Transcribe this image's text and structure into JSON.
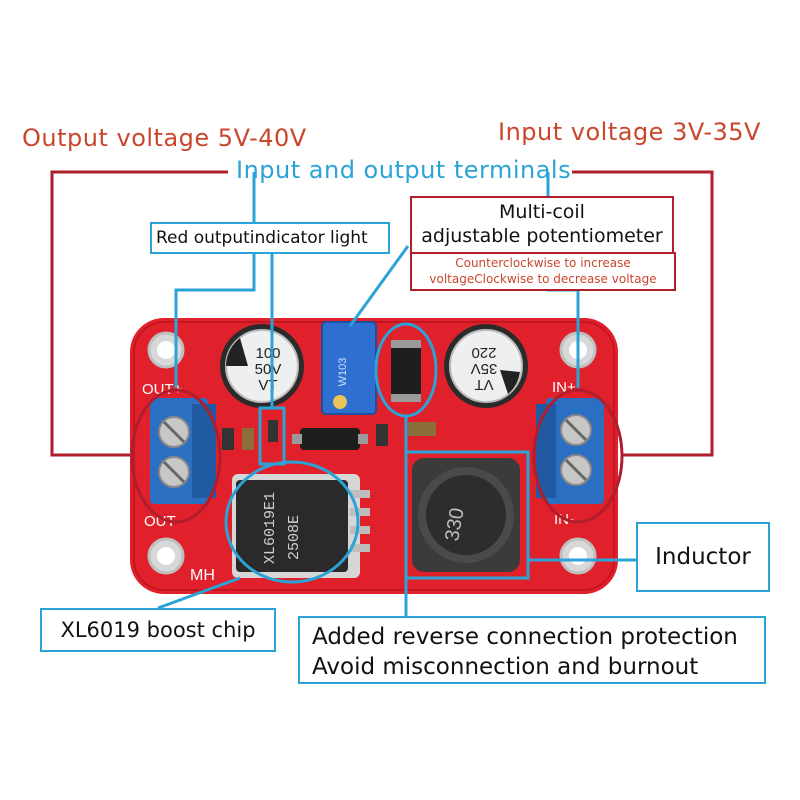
{
  "labels": {
    "output_voltage": "Output voltage 5V-40V",
    "input_voltage": "Input voltage 3V-35V",
    "terminals": "Input and output terminals",
    "indicator": "Red outputindicator light",
    "potentiometer_line1": "Multi-coil",
    "potentiometer_line2": "adjustable potentiometer",
    "pot_note_line1": "Counterclockwise to increase",
    "pot_note_line2": "voltageClockwise to decrease voltage",
    "inductor": "Inductor",
    "chip": "XL6019 boost chip",
    "protection_line1": "Added reverse connection protection",
    "protection_line2": "Avoid misconnection and burnout"
  },
  "board_silkscreen": {
    "out_plus": "OUT+",
    "out_minus": "OUT-",
    "in_plus": "IN+",
    "in_minus": "IN-",
    "mh": "MH",
    "cap_left_line1": "100",
    "cap_left_line2": "50V",
    "cap_left_line3": "VT",
    "cap_right_line1": "VT",
    "cap_right_line2": "35V",
    "cap_right_line3": "220",
    "chip_line1": "XL6019E1",
    "chip_line2": "2508E",
    "inductor_mark": "330",
    "pot_mark": "W103"
  },
  "colors": {
    "annotation_red": "#c9472d",
    "annotation_blue": "#2aa3d6",
    "box_red": "#b01e2c",
    "pcb_red": "#e0202a",
    "terminal_blue": "#2a6fc2"
  }
}
